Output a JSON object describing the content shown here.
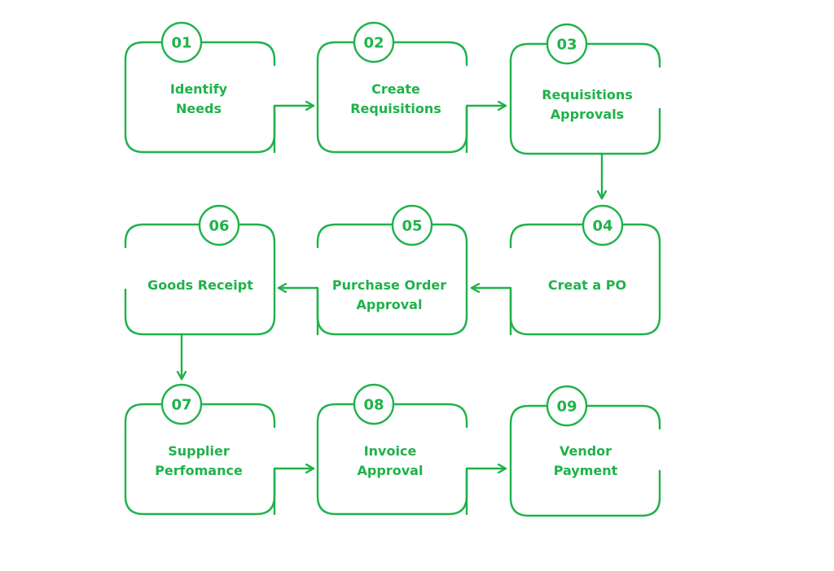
{
  "steps": [
    {
      "number": "01",
      "lines": [
        "Identify",
        "Needs"
      ]
    },
    {
      "number": "02",
      "lines": [
        "Create",
        "Requisitions"
      ]
    },
    {
      "number": "03",
      "lines": [
        "Requisitions",
        "Approvals"
      ]
    },
    {
      "number": "04",
      "lines": [
        "Creat a PO"
      ]
    },
    {
      "number": "05",
      "lines": [
        "Purchase Order",
        "Approval"
      ]
    },
    {
      "number": "06",
      "lines": [
        "Goods Receipt"
      ]
    },
    {
      "number": "07",
      "lines": [
        "Supplier",
        "Perfomance"
      ]
    },
    {
      "number": "08",
      "lines": [
        "Invoice",
        "Approval"
      ]
    },
    {
      "number": "09",
      "lines": [
        "Vendor",
        "Payment"
      ]
    }
  ],
  "colors": {
    "accent": "#1fb24a",
    "background": "#ffffff"
  }
}
